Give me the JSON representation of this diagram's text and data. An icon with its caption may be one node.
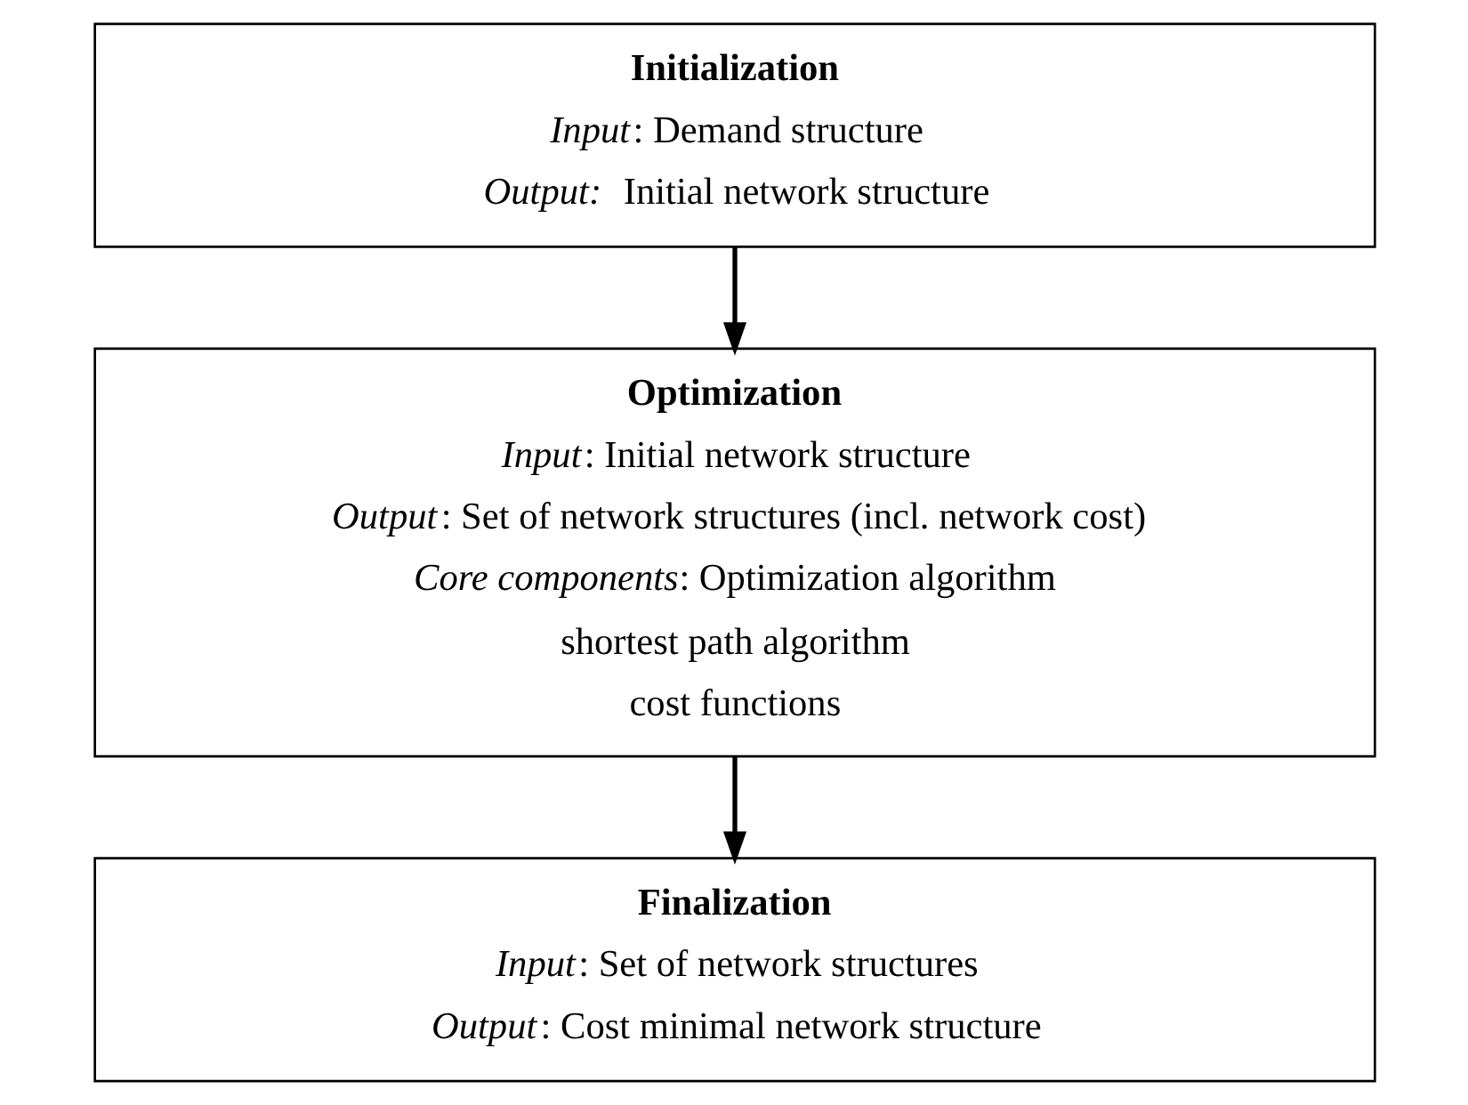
{
  "diagram": {
    "nodes": [
      {
        "text": [
          "Initialization",
          "*Input*: Demand structure",
          "*Output:* Initial network structure"
        ]
      },
      {
        "text": [
          "Optimization",
          "*Input*: Initial network structure",
          "*Output*: Set of network structures (incl. network cost)",
          "*Core components*: Optimization algorithm",
          "shortest path algorithm",
          "cost functions"
        ]
      },
      {
        "text": [
          "Finalization",
          "*Input*: Set of network structures",
          "*Output*: Cost minimal network structure"
        ]
      }
    ],
    "edges": [
      {
        "from": 0,
        "to": 1,
        "arrow": "to"
      },
      {
        "from": 1,
        "to": 2,
        "arrow": "to"
      }
    ]
  }
}
